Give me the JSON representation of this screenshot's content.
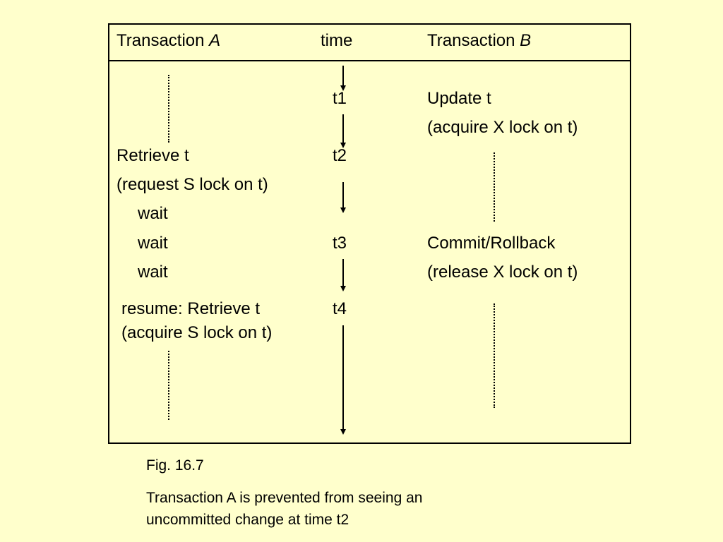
{
  "header": {
    "transaction_a_prefix": "Transaction ",
    "transaction_a_letter": "A",
    "time": "time",
    "transaction_b_prefix": "Transaction ",
    "transaction_b_letter": "B"
  },
  "time_labels": [
    "t1",
    "t2",
    "t3",
    "t4"
  ],
  "transaction_a": {
    "retrieve": "Retrieve t",
    "request_lock": "(request S lock on t)",
    "wait_1": "wait",
    "wait_2": "wait",
    "wait_3": "wait",
    "resume": "resume:  Retrieve t",
    "acquire_lock": "(acquire S lock on t)"
  },
  "transaction_b": {
    "update": "Update t",
    "acquire_lock": "(acquire X lock on t)",
    "commit": "Commit/Rollback",
    "release_lock": "(release X lock on t)"
  },
  "caption": {
    "figure": "Fig. 16.7",
    "text_line1": "Transaction A is prevented from seeing an",
    "text_line2": "uncommitted change at time t2"
  }
}
